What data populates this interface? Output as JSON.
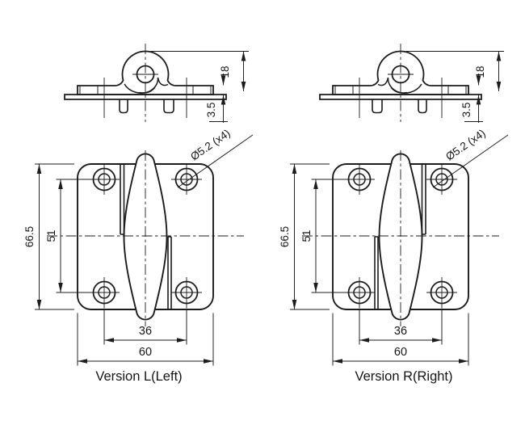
{
  "drawing": {
    "title": "Hinge technical drawing",
    "background": "#ffffff",
    "line_color": "#1c1c1c",
    "views": {
      "left": {
        "caption": "Version L(Left)"
      },
      "right": {
        "caption": "Version R(Right)"
      }
    },
    "dimensions": {
      "knuckle_height": "18",
      "plate_thickness": "3.5",
      "overall_height": "66.5",
      "hole_pitch_vertical": "51",
      "hole_pitch_horizontal": "36",
      "overall_width": "60",
      "hole_callout": "Ø5.2 (x4)"
    }
  }
}
